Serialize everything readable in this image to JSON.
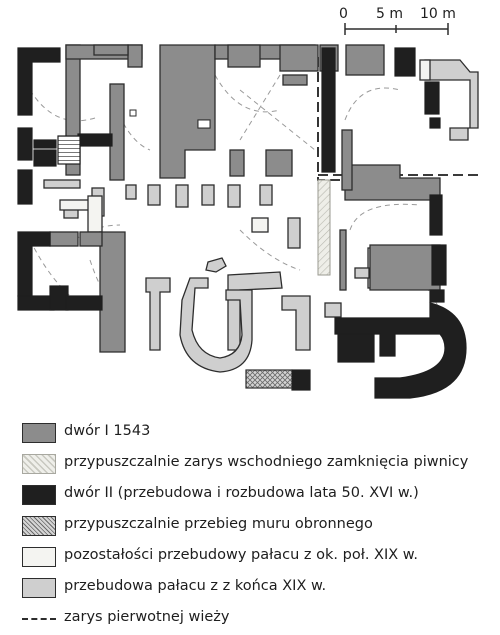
{
  "scale": {
    "labels": [
      "0",
      "5 m",
      "10 m"
    ]
  },
  "colors": {
    "dwor_i": "#8c8c8c",
    "eastern_cellar": "#e6e6df",
    "dwor_ii": "#1f1f1f",
    "defensive_wall": "#b9b9b9",
    "remains_mid19": "#f4f4f1",
    "rebuild_late19": "#cfcfcf",
    "outline": "#2d2d2d"
  },
  "legend": [
    {
      "key": "dwor_i",
      "label": "dwór I 1543",
      "pattern": "solid"
    },
    {
      "key": "eastern_cellar",
      "label": "przypuszczalnie zarys wschodniego zamknięcia piwnicy",
      "pattern": "light-hatch"
    },
    {
      "key": "dwor_ii",
      "label": "dwór II (przebudowa i rozbudowa lata 50. XVI w.)",
      "pattern": "solid"
    },
    {
      "key": "defensive_wall",
      "label": "przypuszczalnie przebieg muru obronnego",
      "pattern": "crosshatch"
    },
    {
      "key": "remains_mid19",
      "label": "pozostałości przebudowy pałacu z ok. poł. XIX w.",
      "pattern": "solid"
    },
    {
      "key": "rebuild_late19",
      "label": "przebudowa pałacu z z końca XIX w.",
      "pattern": "solid"
    },
    {
      "key": "tower",
      "label": "zarys pierwotnej wieży",
      "pattern": "dashed-line"
    }
  ]
}
